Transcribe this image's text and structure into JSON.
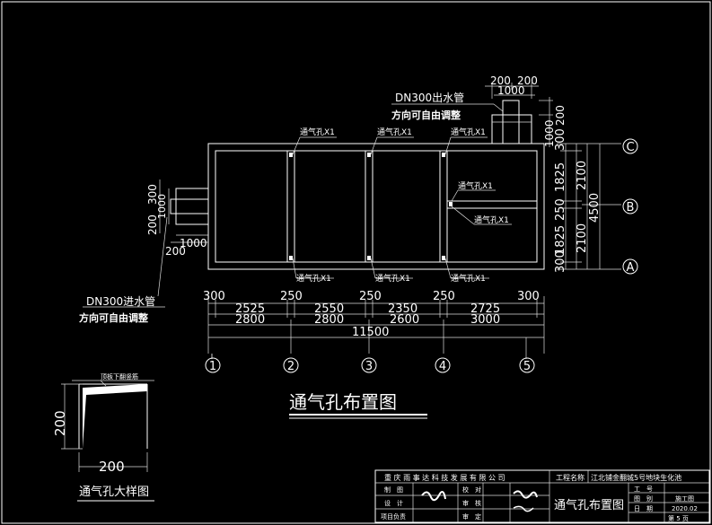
{
  "drawing": {
    "main_title": "通气孔布置图",
    "detail_title": "通气孔大样图",
    "outlet_pipe_label": "DN300出水管",
    "outlet_pipe_note": "方向可自由调整",
    "inlet_pipe_label": "DN300进水管",
    "inlet_pipe_note": "方向可自由调整",
    "vent_label": "通气孔X1",
    "detail_note": "顶板下翻竖筋",
    "detail_width": "200",
    "detail_height": "200",
    "top_dims": [
      "200",
      "200",
      "1000"
    ],
    "outlet_dims": [
      "200",
      "1000"
    ],
    "inlet_dims": [
      "300",
      "1000",
      "200",
      "1000",
      "200"
    ],
    "bottom_dims_row1": [
      "300",
      "250",
      "250",
      "250",
      "300"
    ],
    "bottom_dims_row2": [
      "2525",
      "2550",
      "2350",
      "2725"
    ],
    "bottom_dims_row3": [
      "2800",
      "2800",
      "2600",
      "3000"
    ],
    "bottom_dims_total": "11500",
    "right_dims_row1": [
      "300",
      "1825",
      "250",
      "1825",
      "300"
    ],
    "right_dims_row2": [
      "2100",
      "2100"
    ],
    "right_dims_total": "4500",
    "axes_vertical": [
      "1",
      "2",
      "3",
      "4",
      "5"
    ],
    "axes_horizontal": [
      "C",
      "B",
      "A"
    ]
  },
  "title_block": {
    "company": "重 庆 雨 事 达 科 技 发 展 有 限 公 司",
    "project_label": "工程名称",
    "project_name": "江北铺金翻城5号地块生化池",
    "drawing_name": "通气孔布置图",
    "rows_left": [
      "制　图",
      "设　计",
      "项目负责"
    ],
    "rows_mid": [
      "校　对",
      "审　核",
      "审　定"
    ],
    "right_labels": [
      "工　号",
      "图　别",
      "日　期",
      "第 5 页"
    ],
    "right_values": [
      "",
      "施工图",
      "2020.02",
      ""
    ]
  }
}
